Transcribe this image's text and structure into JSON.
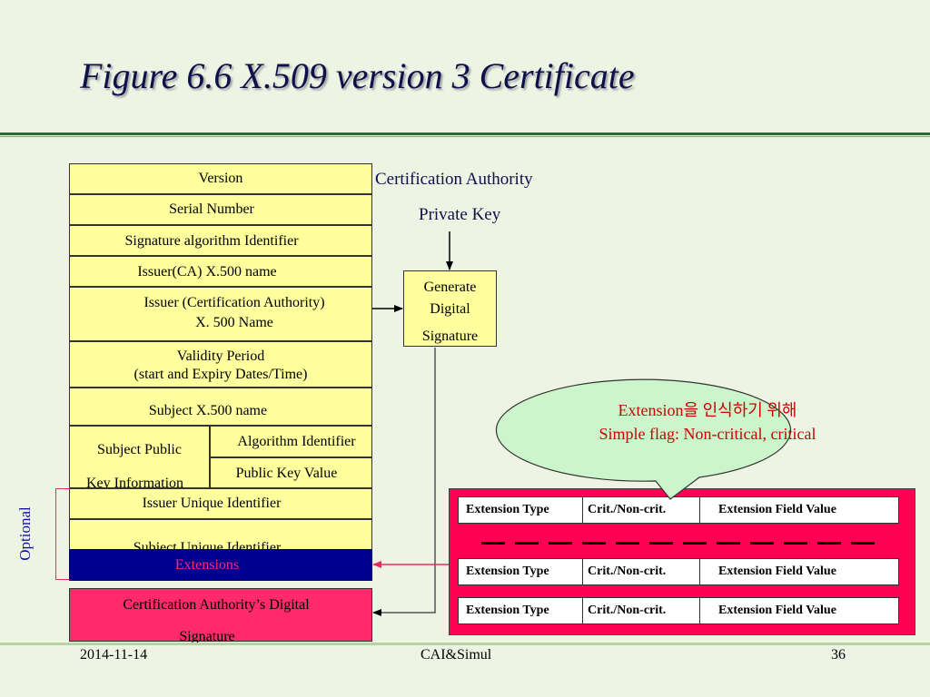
{
  "title": "Figure 6.6 X.509 version 3 Certificate",
  "certificate_fields": {
    "version": "Version",
    "serial": "Serial Number",
    "sig_alg": "Signature algorithm Identifier",
    "issuer_ca": "Issuer(CA) X.500 name",
    "issuer_line1": "Issuer (Certification Authority)",
    "issuer_line2": "X. 500 Name",
    "validity_line1": "Validity Period",
    "validity_line2": "(start and Expiry Dates/Time)",
    "subject": "Subject X.500 name",
    "spki_line1": "Subject Public",
    "spki_line2": "Key Information",
    "alg_id": "Algorithm Identifier",
    "pubkey": "Public Key Value",
    "issuer_uid": "Issuer Unique Identifier",
    "subject_uid": "Subject Unique Identifier",
    "extensions": "Extensions"
  },
  "ca_signature": {
    "line1": "Certification Authority’s Digital",
    "line2": "Signature"
  },
  "optional_label": "Optional",
  "ca_key": {
    "line1": "Certification Authority",
    "line2": "Private Key"
  },
  "generate": {
    "line1": "Generate",
    "line2": "Digital",
    "line3": "Signature"
  },
  "callout": {
    "line1": "Extension을 인식하기 위해",
    "line2": "Simple flag: Non-critical, critical"
  },
  "extension_rows": [
    {
      "type": "Extension Type",
      "crit": "Crit./Non-crit.",
      "value": "Extension Field Value"
    },
    {
      "type": "Extension Type",
      "crit": "Crit./Non-crit.",
      "value": "Extension Field Value"
    },
    {
      "type": "Extension Type",
      "crit": "Crit./Non-crit.",
      "value": "Extension Field Value"
    }
  ],
  "footer": {
    "date": "2014-11-14",
    "center": "CAI&Simul",
    "page": "36"
  },
  "colors": {
    "field_fill": "#ffff9e",
    "extensions_fill": "#000090",
    "extensions_text": "#ff2a6a",
    "signature_fill": "#ff2a6a",
    "callout_fill": "#ccf5cc",
    "callout_text": "#cc0000",
    "ext_panel_fill": "#ff0055",
    "heading_text": "#10104a"
  }
}
